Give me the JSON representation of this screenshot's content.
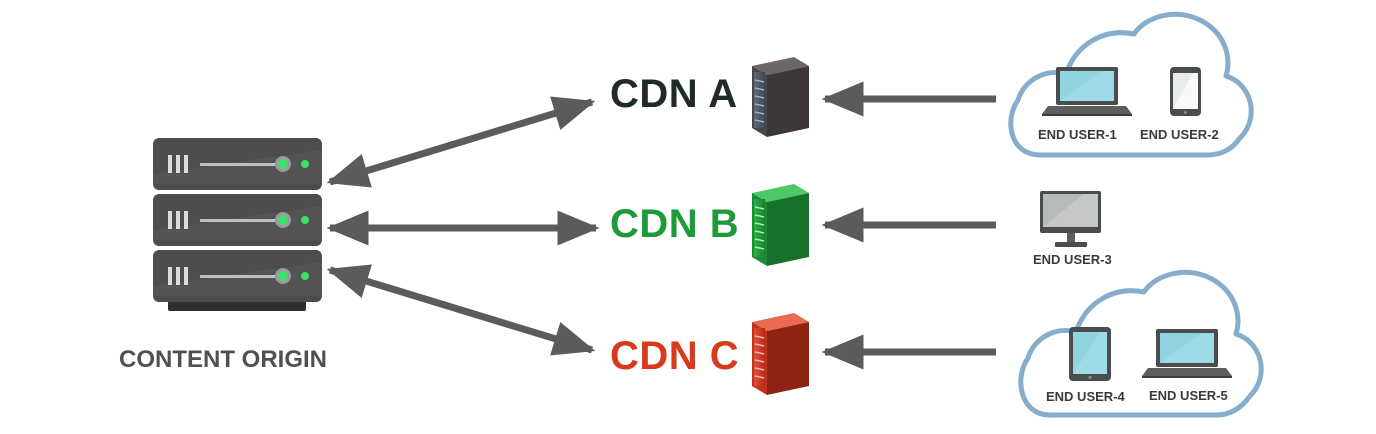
{
  "origin": {
    "label": "CONTENT ORIGIN"
  },
  "cdns": [
    {
      "label": "CDN A",
      "color": "#1e2b27",
      "server_color": "#4a4446"
    },
    {
      "label": "CDN B",
      "color": "#1f9a39",
      "server_color": "#1d8a35"
    },
    {
      "label": "CDN C",
      "color": "#d9391c",
      "server_color": "#c3301d"
    }
  ],
  "users": [
    {
      "label": "END USER-1",
      "device": "laptop-icon"
    },
    {
      "label": "END USER-2",
      "device": "smartphone-icon"
    },
    {
      "label": "END USER-3",
      "device": "desktop-monitor-icon"
    },
    {
      "label": "END USER-4",
      "device": "tablet-icon"
    },
    {
      "label": "END USER-5",
      "device": "laptop-icon"
    }
  ],
  "colors": {
    "arrow": "#595c5b",
    "cloud_outline": "#86adcc",
    "server_rack": "#4b4e4d",
    "status_light": "#3ee06a",
    "device_screen": "#8fd4e0"
  }
}
